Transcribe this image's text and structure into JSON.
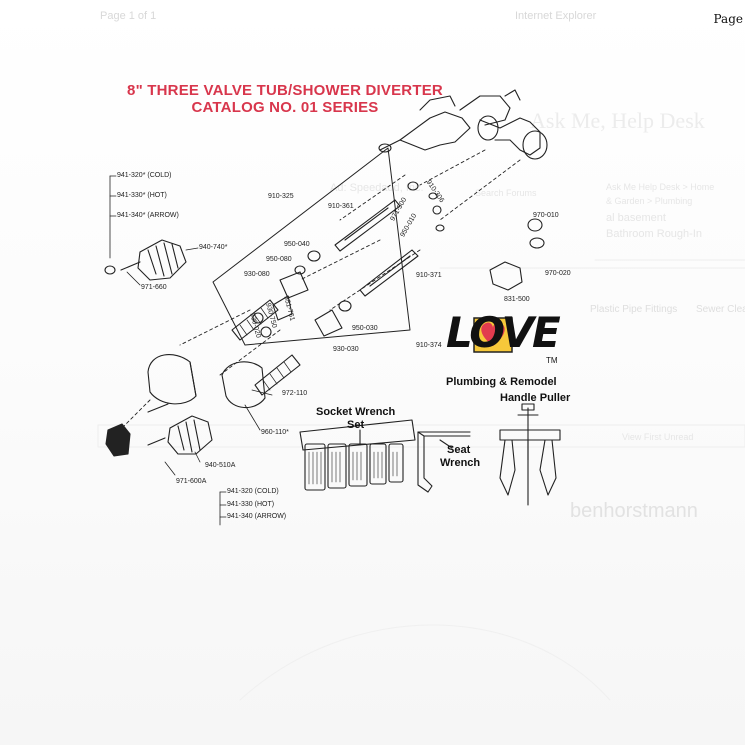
{
  "header": {
    "page_label": "Page",
    "ghost_left": "Page 1 of 1",
    "ghost_mid": "Internet Explorer"
  },
  "title": {
    "line1": "8\" THREE VALVE TUB/SHOWER DIVERTER",
    "line2": "CATALOG NO. 01 SERIES"
  },
  "parts": {
    "p941_320_top": "941-320* (COLD)",
    "p941_330_top": "941-330* (HOT)",
    "p941_340_top": "941-340* (ARROW)",
    "p940_740": "940-740*",
    "p971_660": "971-660",
    "p910_325": "910-325",
    "p910_361": "910-361",
    "p950_040": "950-040",
    "p950_080": "950-080",
    "p930_080": "930-080",
    "p971_500": "971-500",
    "p950_010": "950-010",
    "p910_306": "910-306",
    "p970_010": "970-010",
    "p970_020": "970-020",
    "p910_371": "910-371",
    "p951_761": "951-761",
    "p930_750": "930-750",
    "p930_020": "930-020",
    "p950_030": "950-030",
    "p930_030": "930-030",
    "p910_374": "910-374",
    "p831_500": "831-500",
    "p972_110": "972-110",
    "p960_110": "960-110*",
    "p940_510A": "940-510A",
    "p971_600A": "971-600A",
    "p941_320_bot": "941-320 (COLD)",
    "p941_330_bot": "941-330 (HOT)",
    "p941_340_bot": "941-340 (ARROW)"
  },
  "tools": {
    "socket_wrench_line1": "Socket Wrench",
    "socket_wrench_line2": "Set",
    "seat_wrench_line1": "Seat",
    "seat_wrench_line2": "Wrench",
    "handle_puller": "Handle Puller"
  },
  "logo": {
    "word": "LOVE",
    "tm": "TM",
    "subtitle": "Plumbing & Remodel",
    "heart_color": "#e23b4e",
    "box_color": "#f6c83a"
  },
  "bleed_through": {
    "ask": "Ask Me, Help Desk",
    "breadcrumb1": "Ask Me Help Desk > Home",
    "breadcrumb2": "& Garden > Plumbing",
    "breadcrumb3": "al basement",
    "breadcrumb4": "Bathroom Rough-In",
    "speedadd": "Ad: Speedadd, Inc.",
    "search": "Search Forums",
    "plastic": "Plastic Pipe Fittings",
    "sewer": "Sewer Clear",
    "name": "benhorstmann",
    "view_first": "View First Unread"
  }
}
